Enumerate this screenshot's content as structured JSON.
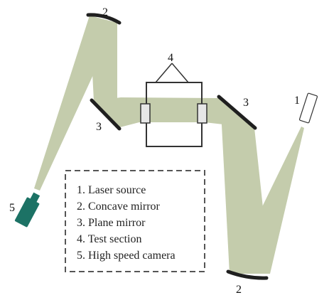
{
  "colors": {
    "beam": "#c4ccac",
    "mirror": "#1f1f1f",
    "camera": "#1c7265",
    "frame": "#333333",
    "window": "#e6e6e6",
    "legend_border": "#555555"
  },
  "labels": {
    "laser": "1",
    "concave_mirror_top": "2",
    "concave_mirror_bottom": "2",
    "plane_mirror_left": "3",
    "plane_mirror_right": "3",
    "test_section": "4",
    "camera": "5"
  },
  "legend": {
    "items": [
      "1. Laser source",
      "2. Concave mirror",
      "3. Plane mirror",
      "4. Test section",
      "5. High speed camera"
    ]
  },
  "icons": {
    "laser": "laser-source-icon",
    "camera": "camera-icon",
    "concave_mirror": "concave-mirror-icon",
    "plane_mirror": "plane-mirror-icon"
  }
}
